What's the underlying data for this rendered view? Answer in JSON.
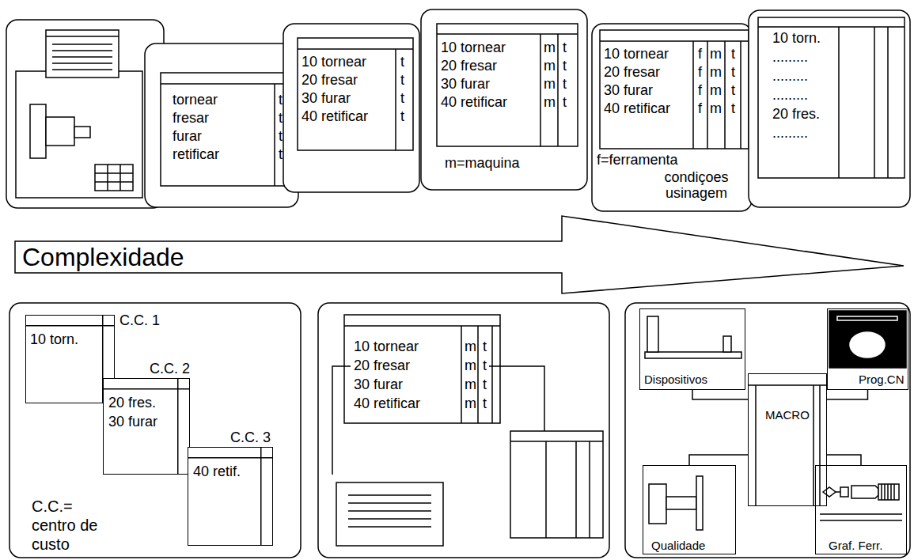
{
  "diagram": {
    "nodes": [
      {
        "text": [
          "tornear",
          "fresar",
          "furar",
          "retificar",
          "t",
          "t",
          "t",
          "t"
        ]
      },
      {
        "text": [
          "10 tornear",
          "20 fresar",
          "30 furar",
          "40 retificar",
          "t",
          "t",
          "t",
          "t"
        ]
      },
      {
        "text": [
          "10 tornear",
          "20 fresar",
          "30 furar",
          "40 retificar",
          "m",
          "m",
          "m",
          "m",
          "t",
          "t",
          "t",
          "t",
          "m=maquina"
        ]
      },
      {
        "text": [
          "10 tornear",
          "20 fresar",
          "30 furar",
          "40 retificar",
          "f",
          "f",
          "f",
          "f",
          "m",
          "m",
          "m",
          "m",
          "t",
          "t",
          "t",
          "t",
          "f=ferramenta",
          "condiçoes usinagem"
        ]
      },
      {
        "text": [
          "10 torn.",
          ".........",
          ".........",
          ".........",
          "20 fres.",
          "........."
        ]
      },
      {
        "text": [
          "Complexidade"
        ]
      },
      {
        "text": [
          "C.C.= centro de custo"
        ]
      },
      {
        "text": [
          "C.C. 1",
          "10 torn."
        ],
        "in": 6
      },
      {
        "text": [
          "C.C. 2",
          "20 fres.",
          "30 furar"
        ],
        "in": 6
      },
      {
        "text": [
          "C.C. 3",
          "40 retif."
        ],
        "in": 6
      },
      {
        "text": [
          "10 tornear",
          "20 fresar",
          "30 furar",
          "40 retificar",
          "m",
          "m",
          "m",
          "m",
          "t",
          "t",
          "t",
          "t"
        ]
      },
      {
        "text": [
          "Dispositivos"
        ]
      },
      {
        "text": [
          "Prog.CN"
        ]
      },
      {
        "text": [
          "MACRO"
        ]
      },
      {
        "text": [
          "Qualidade"
        ]
      },
      {
        "text": [
          "Graf. Ferr."
        ]
      }
    ],
    "edges": [
      {
        "from": 13,
        "to": 11,
        "arrow": "none"
      },
      {
        "from": 13,
        "to": 12,
        "arrow": "none"
      },
      {
        "from": 13,
        "to": 14,
        "arrow": "none"
      },
      {
        "from": 13,
        "to": 15,
        "arrow": "none"
      }
    ]
  }
}
